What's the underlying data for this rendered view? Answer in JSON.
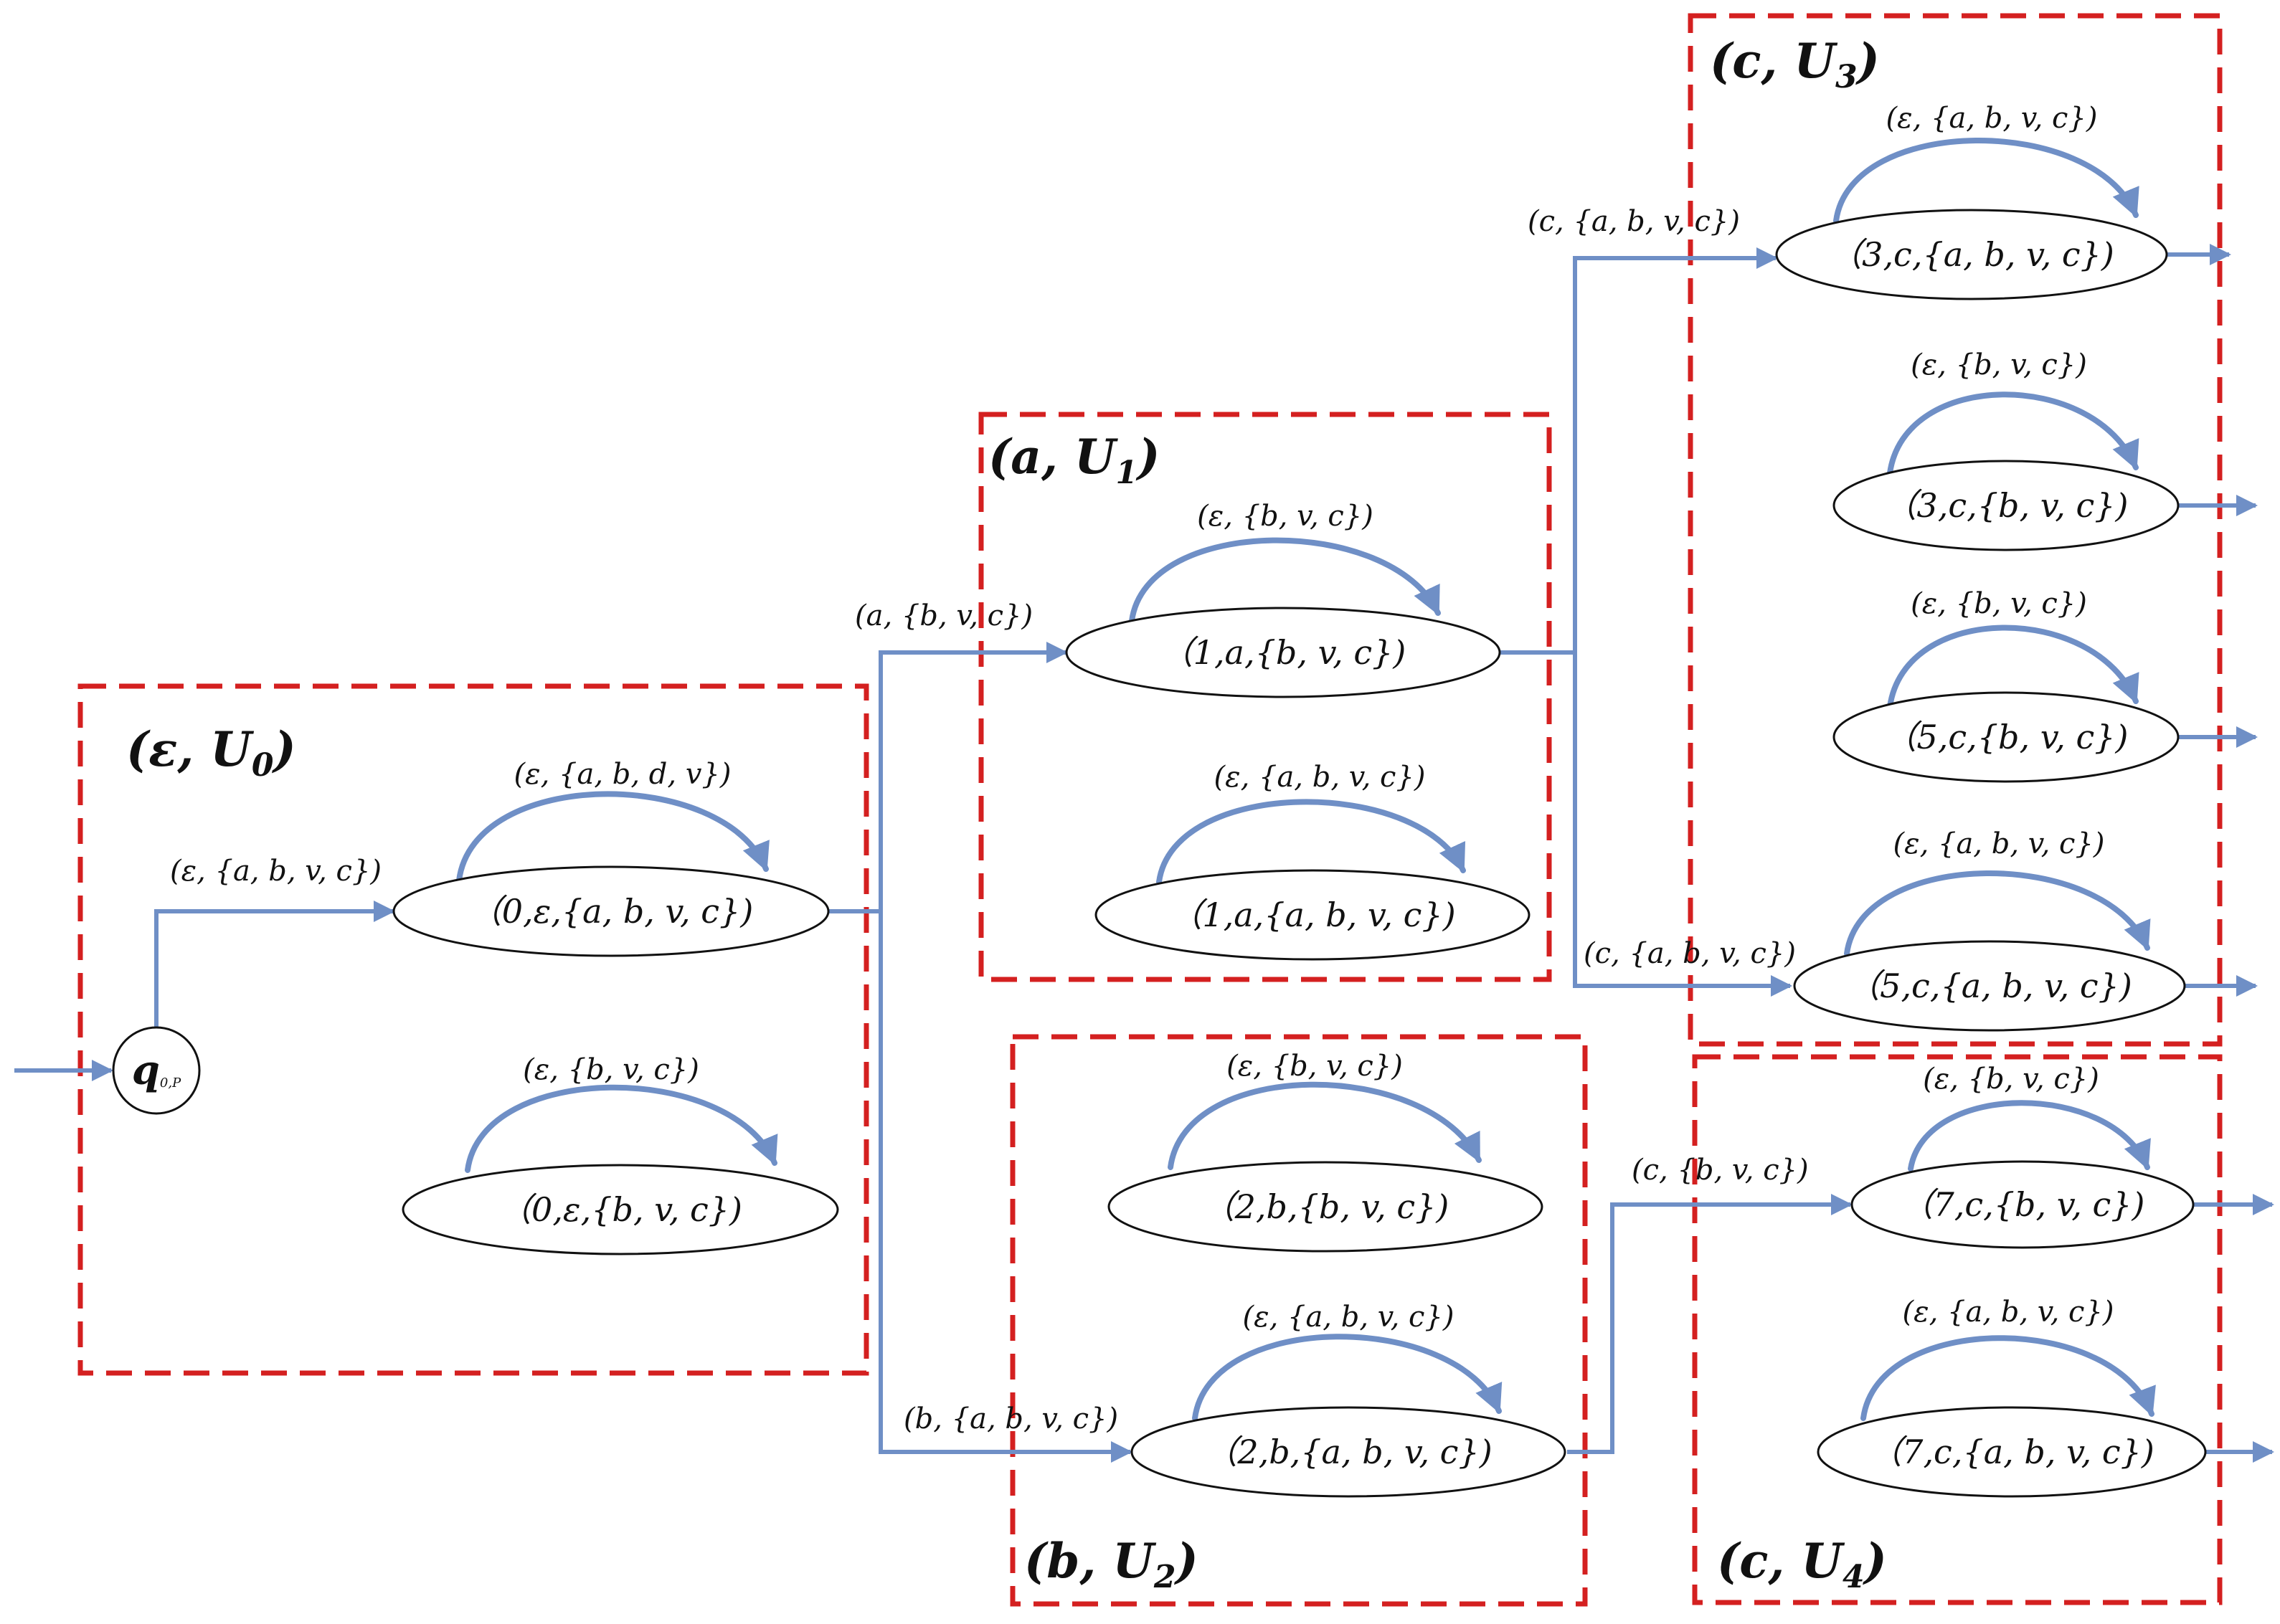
{
  "groups": [
    {
      "id": "g0",
      "base": "(ε, U",
      "sub": "0",
      "close": ")"
    },
    {
      "id": "g1",
      "base": "(a, U",
      "sub": "1",
      "close": ")"
    },
    {
      "id": "g2",
      "base": "(b, U",
      "sub": "2",
      "close": ")"
    },
    {
      "id": "g3",
      "base": "(c, U",
      "sub": "3",
      "close": ")"
    },
    {
      "id": "g4",
      "base": "(c, U",
      "sub": "4",
      "close": ")"
    }
  ],
  "initial_state": {
    "label": "q",
    "sub": "0,P"
  },
  "states": [
    {
      "id": "s0a",
      "label": "（0,ε,{a, b, v, c})"
    },
    {
      "id": "s0b",
      "label": "（0,ε,{b, v, c})"
    },
    {
      "id": "s1a",
      "label": "（1,a,{b, v, c})"
    },
    {
      "id": "s1b",
      "label": "（1,a,{a, b, v, c})"
    },
    {
      "id": "s2a",
      "label": "（2,b,{b, v, c})"
    },
    {
      "id": "s2b",
      "label": "（2,b,{a, b, v, c})"
    },
    {
      "id": "s3a",
      "label": "（3,c,{a, b, v, c})"
    },
    {
      "id": "s3b",
      "label": "（3,c,{b, v, c})"
    },
    {
      "id": "s5a",
      "label": "（5,c,{b, v, c})"
    },
    {
      "id": "s5b",
      "label": "（5,c,{a, b, v, c})"
    },
    {
      "id": "s7a",
      "label": "（7,c,{b, v, c})"
    },
    {
      "id": "s7b",
      "label": "（7,c,{a, b, v, c})"
    }
  ],
  "self_loops": [
    {
      "state": "s0a",
      "label": "(ε, {a, b, d, v})"
    },
    {
      "state": "s0b",
      "label": "(ε, {b, v, c})"
    },
    {
      "state": "s1a",
      "label": "(ε, {b, v, c})"
    },
    {
      "state": "s1b",
      "label": "(ε, {a, b, v, c})"
    },
    {
      "state": "s2a",
      "label": "(ε, {b, v, c})"
    },
    {
      "state": "s2b",
      "label": "(ε, {a, b, v, c})"
    },
    {
      "state": "s3a",
      "label": "(ε, {a, b, v, c})"
    },
    {
      "state": "s3b",
      "label": "(ε, {b, v, c})"
    },
    {
      "state": "s5a",
      "label": "(ε, {b, v, c})"
    },
    {
      "state": "s5b",
      "label": "(ε, {a, b, v, c})"
    },
    {
      "state": "s7a",
      "label": "(ε, {b, v, c})"
    },
    {
      "state": "s7b",
      "label": "(ε, {a, b, v, c})"
    }
  ],
  "transitions": [
    {
      "from": "q0",
      "to": "s0a",
      "label": "(ε, {a, b, v, c})"
    },
    {
      "from": "s0a",
      "to": "s1a",
      "label": "(a, {b, v, c})"
    },
    {
      "from": "s0a",
      "to": "s2b",
      "label": "(b, {a, b, v, c})"
    },
    {
      "from": "s1a",
      "to": "s3a",
      "label": "(c, {a, b, v, c})"
    },
    {
      "from": "s1a",
      "to": "s5b",
      "label": "(c, {a, b, v, c})"
    },
    {
      "from": "s2b",
      "to": "s7a",
      "label": "(c, {b, v, c})"
    }
  ],
  "colors": {
    "group_border": "#d42020",
    "edge": "#6f8fc6",
    "node_border": "#111111"
  }
}
